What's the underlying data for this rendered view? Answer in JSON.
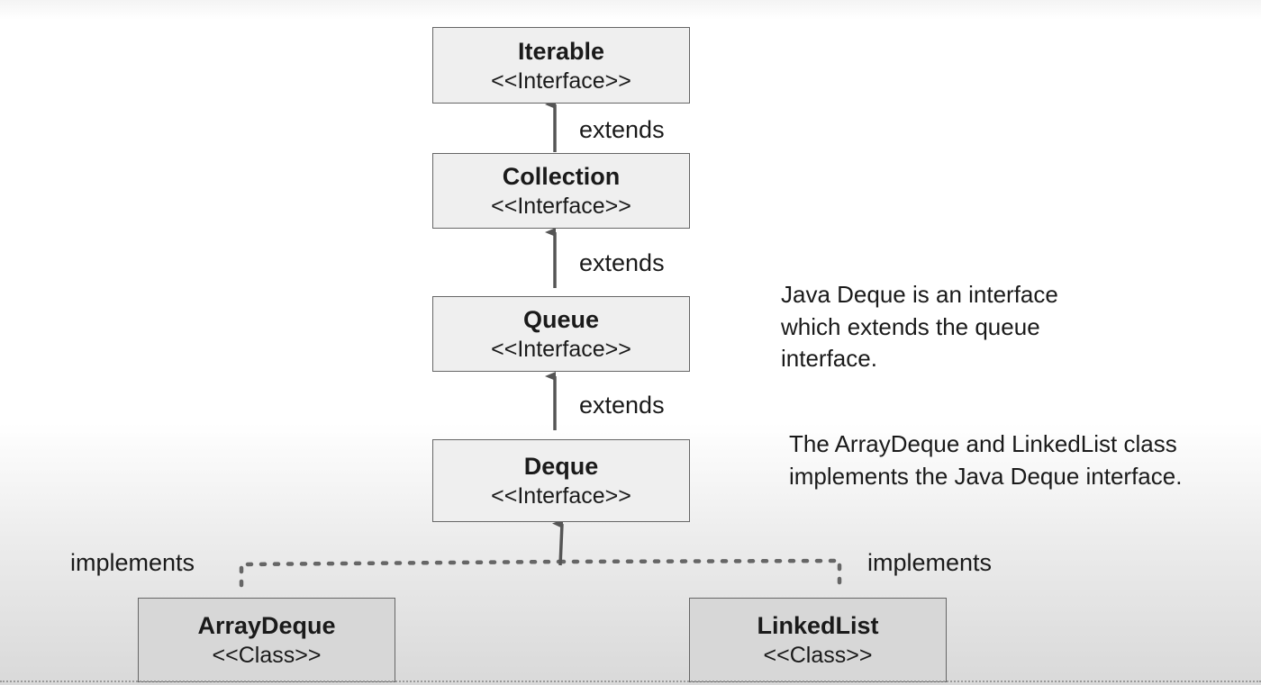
{
  "nodes": {
    "iterable": {
      "name": "Iterable",
      "stereotype": "<<Interface>>"
    },
    "collection": {
      "name": "Collection",
      "stereotype": "<<Interface>>"
    },
    "queue": {
      "name": "Queue",
      "stereotype": "<<Interface>>"
    },
    "deque": {
      "name": "Deque",
      "stereotype": "<<Interface>>"
    },
    "arraydeque": {
      "name": "ArrayDeque",
      "stereotype": "<<Class>>"
    },
    "linkedlist": {
      "name": "LinkedList",
      "stereotype": "<<Class>>"
    }
  },
  "edges": {
    "collection_iterable": {
      "label": "extends"
    },
    "queue_collection": {
      "label": "extends"
    },
    "deque_queue": {
      "label": "extends"
    },
    "arraydeque_deque": {
      "label": "implements"
    },
    "linkedlist_deque": {
      "label": "implements"
    }
  },
  "notes": {
    "deque_note": "Java Deque is an interface which extends the queue interface.",
    "impl_note": "The ArrayDeque and LinkedList class implements the Java Deque interface."
  },
  "colors": {
    "interface_fill": "#efefef",
    "class_fill": "#d7d7d7",
    "border": "#666666",
    "arrow": "#555555"
  }
}
